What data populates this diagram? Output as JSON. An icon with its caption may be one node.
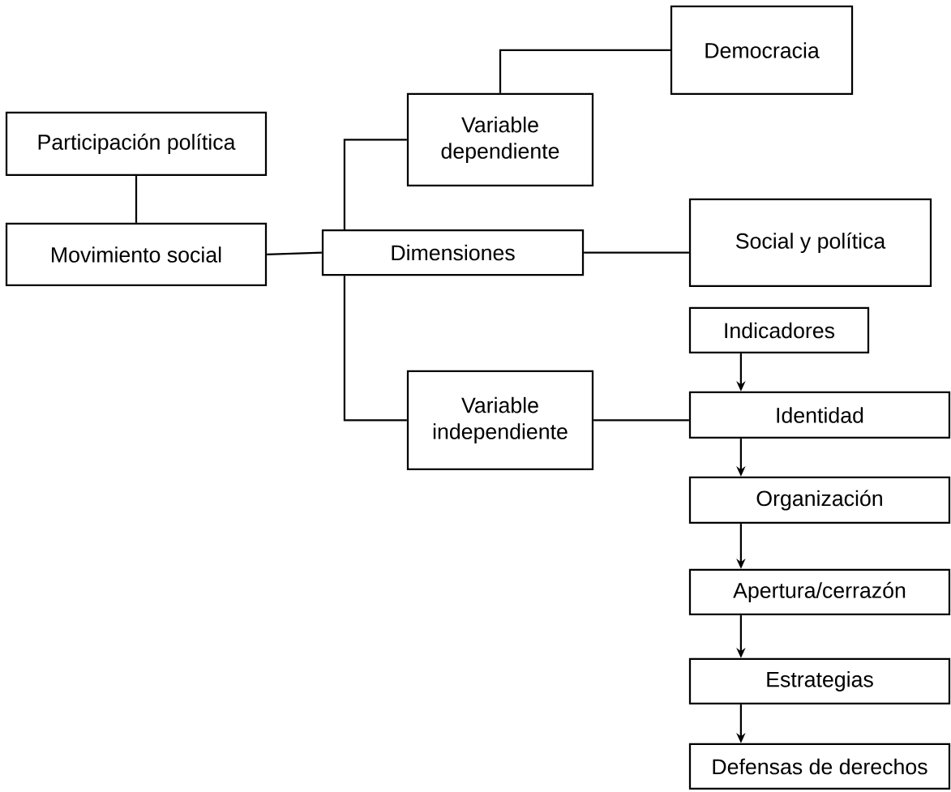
{
  "diagram": {
    "nodes": [
      {
        "text": [
          "Participación política"
        ]
      },
      {
        "text": [
          "Movimiento social"
        ]
      },
      {
        "text": [
          "Variable dependiente"
        ]
      },
      {
        "text": [
          "Democracia"
        ]
      },
      {
        "text": [
          "Dimensiones"
        ]
      },
      {
        "text": [
          "Social y política"
        ]
      },
      {
        "text": [
          "Variable independiente"
        ]
      },
      {
        "text": [
          "Indicadores"
        ]
      },
      {
        "text": [
          "Identidad"
        ]
      },
      {
        "text": [
          "Organización"
        ]
      },
      {
        "text": [
          "Apertura/cerrazón"
        ]
      },
      {
        "text": [
          "Estrategias"
        ]
      },
      {
        "text": [
          "Defensas de derechos"
        ]
      }
    ],
    "edges": [
      {
        "from": 0,
        "to": 1,
        "arrow": "none"
      },
      {
        "from": 1,
        "to": 4,
        "arrow": "none"
      },
      {
        "from": 4,
        "to": 2,
        "arrow": "none"
      },
      {
        "from": 2,
        "to": 3,
        "arrow": "none"
      },
      {
        "from": 4,
        "to": 5,
        "arrow": "none"
      },
      {
        "from": 4,
        "to": 6,
        "arrow": "none"
      },
      {
        "from": 6,
        "to": 8,
        "arrow": "none"
      },
      {
        "from": 7,
        "to": 8,
        "arrow": "to"
      },
      {
        "from": 8,
        "to": 9,
        "arrow": "to"
      },
      {
        "from": 9,
        "to": 10,
        "arrow": "to"
      },
      {
        "from": 10,
        "to": 11,
        "arrow": "to"
      },
      {
        "from": 11,
        "to": 12,
        "arrow": "to"
      }
    ]
  }
}
